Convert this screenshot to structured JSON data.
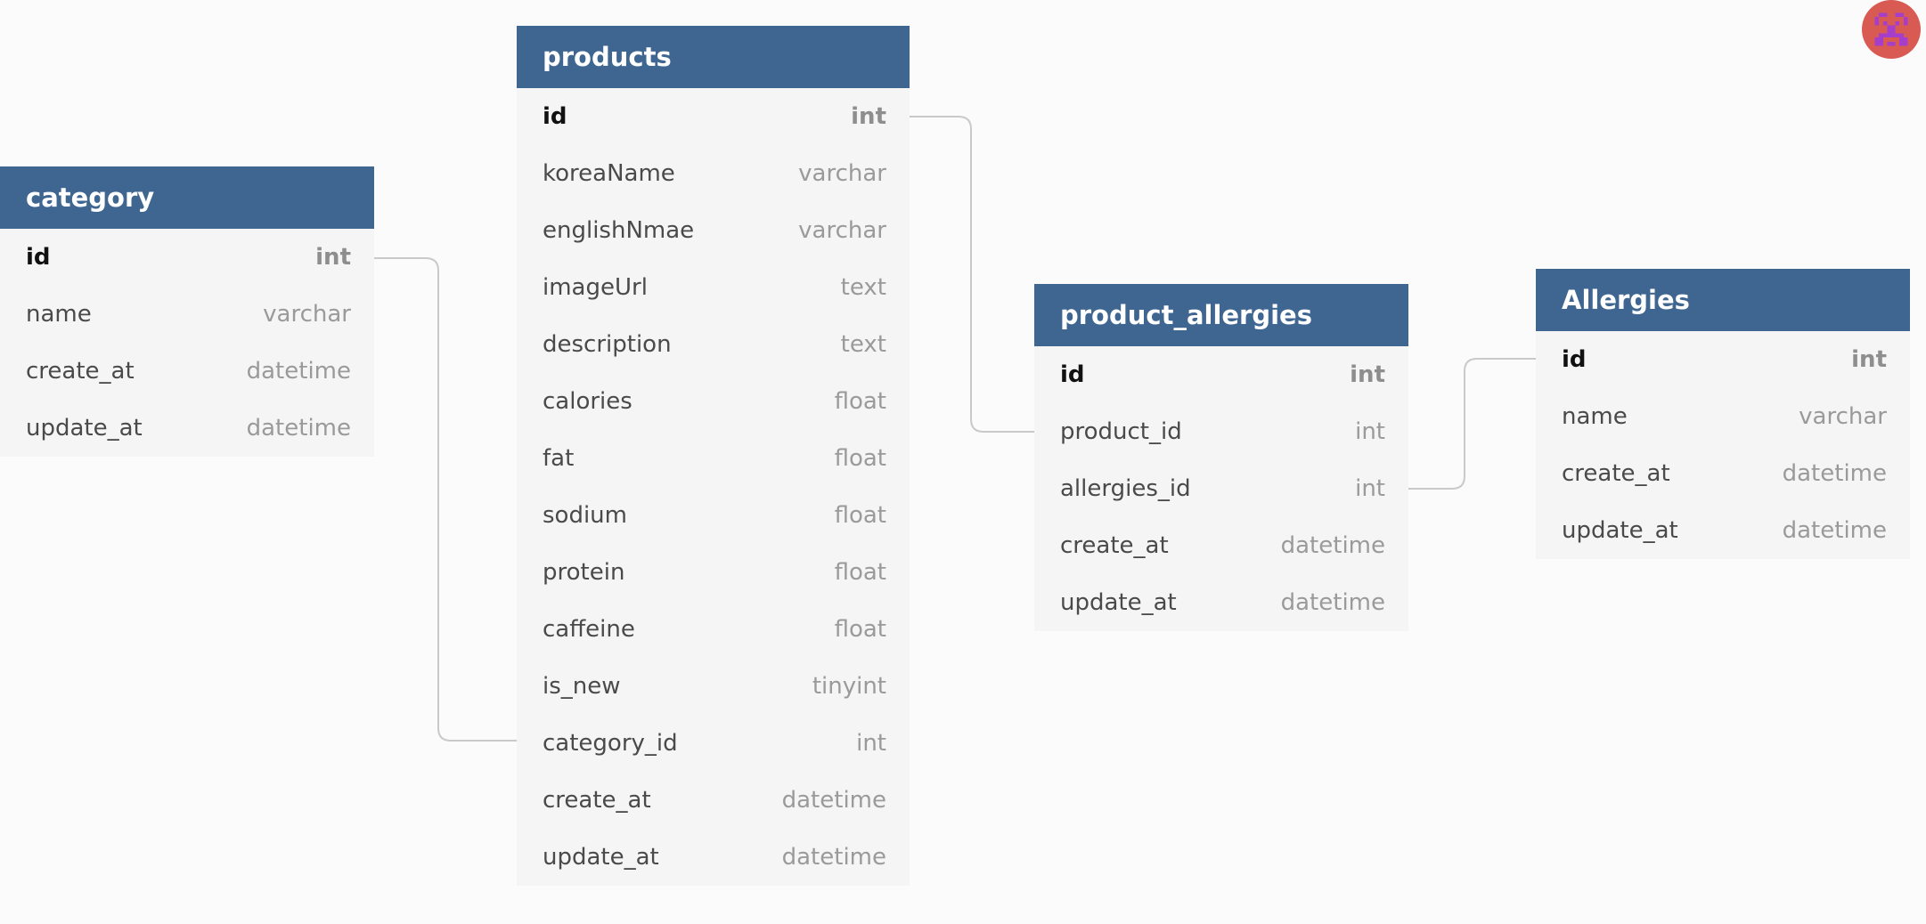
{
  "tables": {
    "category": {
      "title": "category",
      "fields": [
        {
          "name": "id",
          "type": "int"
        },
        {
          "name": "name",
          "type": "varchar"
        },
        {
          "name": "create_at",
          "type": "datetime"
        },
        {
          "name": "update_at",
          "type": "datetime"
        }
      ]
    },
    "products": {
      "title": "products",
      "fields": [
        {
          "name": "id",
          "type": "int"
        },
        {
          "name": "koreaName",
          "type": "varchar"
        },
        {
          "name": "englishNmae",
          "type": "varchar"
        },
        {
          "name": "imageUrl",
          "type": "text"
        },
        {
          "name": "description",
          "type": "text"
        },
        {
          "name": "calories",
          "type": "float"
        },
        {
          "name": "fat",
          "type": "float"
        },
        {
          "name": "sodium",
          "type": "float"
        },
        {
          "name": "protein",
          "type": "float"
        },
        {
          "name": "caffeine",
          "type": "float"
        },
        {
          "name": "is_new",
          "type": "tinyint"
        },
        {
          "name": "category_id",
          "type": "int"
        },
        {
          "name": "create_at",
          "type": "datetime"
        },
        {
          "name": "update_at",
          "type": "datetime"
        }
      ]
    },
    "product_allergies": {
      "title": "product_allergies",
      "fields": [
        {
          "name": "id",
          "type": "int"
        },
        {
          "name": "product_id",
          "type": "int"
        },
        {
          "name": "allergies_id",
          "type": "int"
        },
        {
          "name": "create_at",
          "type": "datetime"
        },
        {
          "name": "update_at",
          "type": "datetime"
        }
      ]
    },
    "allergies": {
      "title": "Allergies",
      "fields": [
        {
          "name": "id",
          "type": "int"
        },
        {
          "name": "name",
          "type": "varchar"
        },
        {
          "name": "create_at",
          "type": "datetime"
        },
        {
          "name": "update_at",
          "type": "datetime"
        }
      ]
    }
  },
  "colors": {
    "header": "#3f6690",
    "table_body": "#f5f5f5",
    "connector": "#c9c9c9",
    "avatar": "#d95a52",
    "avatar_icon": "#a43ecb"
  },
  "avatar": {
    "icon": "avatar-icon"
  }
}
